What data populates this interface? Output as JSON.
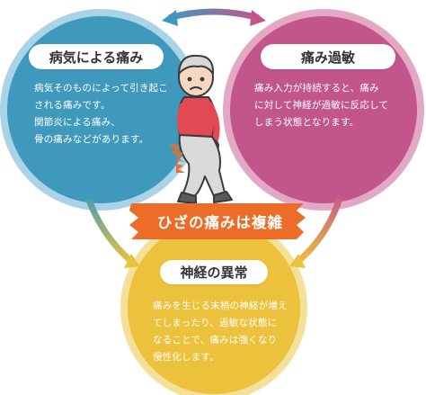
{
  "colors": {
    "blue": "#3f99bd",
    "pink": "#c2558a",
    "yellow": "#ecc13b",
    "orange": "#ec6d28",
    "arrow_blue_end": "#3f99bd",
    "arrow_pink_end": "#c2558a"
  },
  "circles": {
    "left": {
      "title": "病気による痛み",
      "description": "病気そのものによって引き起こ\nされる痛みです。\n関節炎による痛み、\n骨の痛みなどがあります。"
    },
    "right": {
      "title": "痛み過敏",
      "description": "痛み入力が持続すると、痛み\nに対して神経が過敏に反応して\nしまう状態となります。"
    },
    "bottom": {
      "title": "神経の異常",
      "description": "痛みを生じる末梢の神経が増え\nてしまったり、過敏な状態に\nなることで、痛みは強くなり\n慢性化します。"
    }
  },
  "banner": {
    "text": "ひざの痛みは複雑"
  },
  "illustration": {
    "subject": "elderly-person-knee-pain"
  }
}
